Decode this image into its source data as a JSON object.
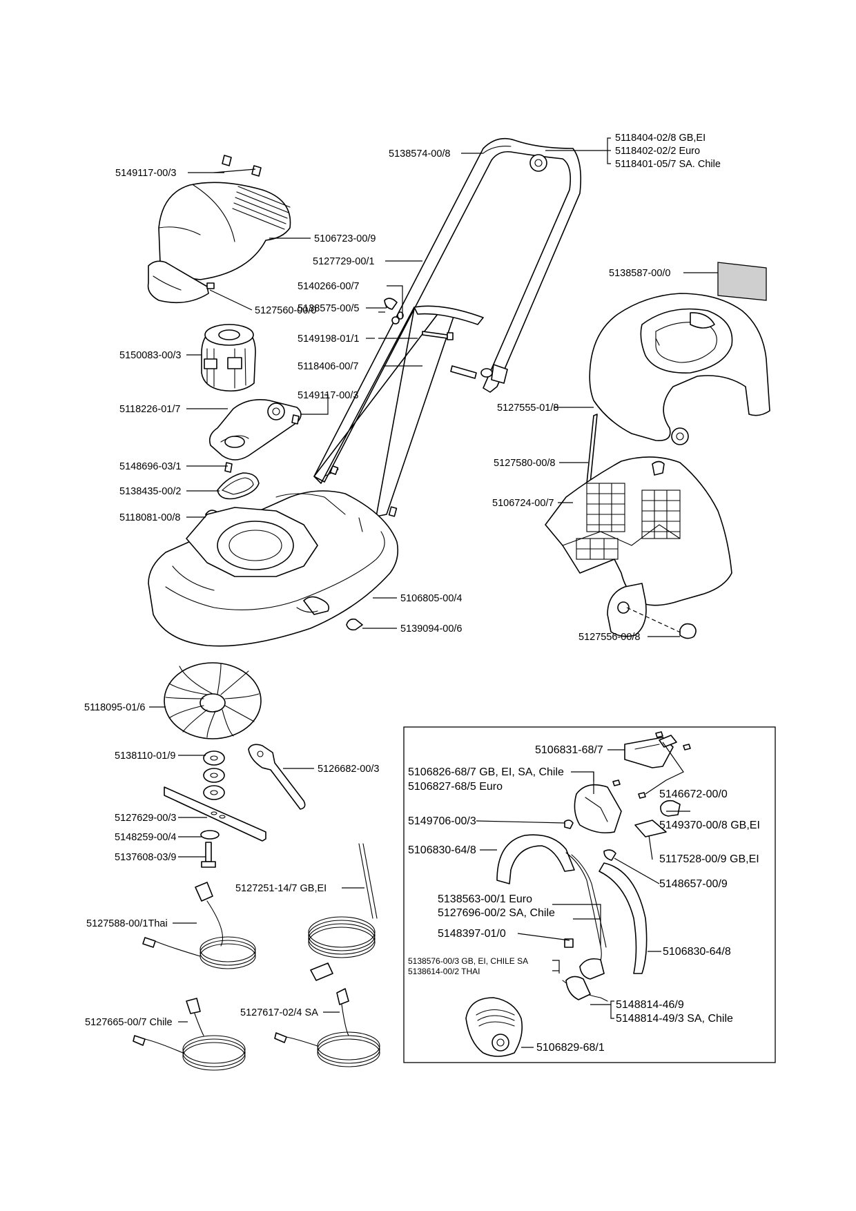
{
  "labels": {
    "l5118404": "5118404-02/8 GB,EI",
    "l5118402": "5118402-02/2 Euro",
    "l5118401": "5118401-05/7 SA. Chile",
    "l5138574": "5138574-00/8",
    "l5149117a": "5149117-00/3",
    "l5106723": "5106723-00/9",
    "l5127729": "5127729-00/1",
    "l5138587": "5138587-00/0",
    "l5140266": "5140266-00/7",
    "l5138575": "5138575-00/5",
    "l5127560": "5127560-00/0",
    "l5149198": "5149198-01/1",
    "l5150083": "5150083-00/3",
    "l5118406": "5118406-00/7",
    "l5149117b": "5149117-00/3",
    "l5118226": "5118226-01/7",
    "l5127555": "5127555-01/8",
    "l5148696": "5148696-03/1",
    "l5127580": "5127580-00/8",
    "l5138435": "5138435-00/2",
    "l5106724": "5106724-00/7",
    "l5118081": "5118081-00/8",
    "l5106805": "5106805-00/4",
    "l5139094": "5139094-00/6",
    "l5127556": "5127556-00/8",
    "l5118095": "5118095-01/6",
    "l5138110": "5138110-01/9",
    "l5126682": "5126682-00/3",
    "l5127629": "5127629-00/3",
    "l5148259": "5148259-00/4",
    "l5137608": "5137608-03/9",
    "l5127251": "5127251-14/7 GB,EI",
    "l5127588": "5127588-00/1Thai",
    "l5127617": "5127617-02/4 SA",
    "l5127665": "5127665-00/7 Chile",
    "l5106831": "5106831-68/7",
    "l5106826": "5106826-68/7  GB, EI, SA, Chile",
    "l5106827": "5106827-68/5 Euro",
    "l5146672": "5146672-00/0",
    "l5149706": "5149706-00/3",
    "l5149370": "5149370-00/8 GB,EI",
    "l5106830a": "5106830-64/8",
    "l5117528": "5117528-00/9 GB,EI",
    "l5148657": "5148657-00/9",
    "l5138563": "5138563-00/1 Euro",
    "l5127696": "5127696-00/2 SA, Chile",
    "l5148397": "5148397-01/0",
    "l5106830b": "5106830-64/8",
    "l5138576": "5138576-00/3 GB, EI, CHILE SA",
    "l5138614": "5138614-00/2 THAI",
    "l5148814a": "5148814-46/9",
    "l5148814b": "5148814-49/3 SA, Chile",
    "l5106829": "5106829-68/1"
  }
}
